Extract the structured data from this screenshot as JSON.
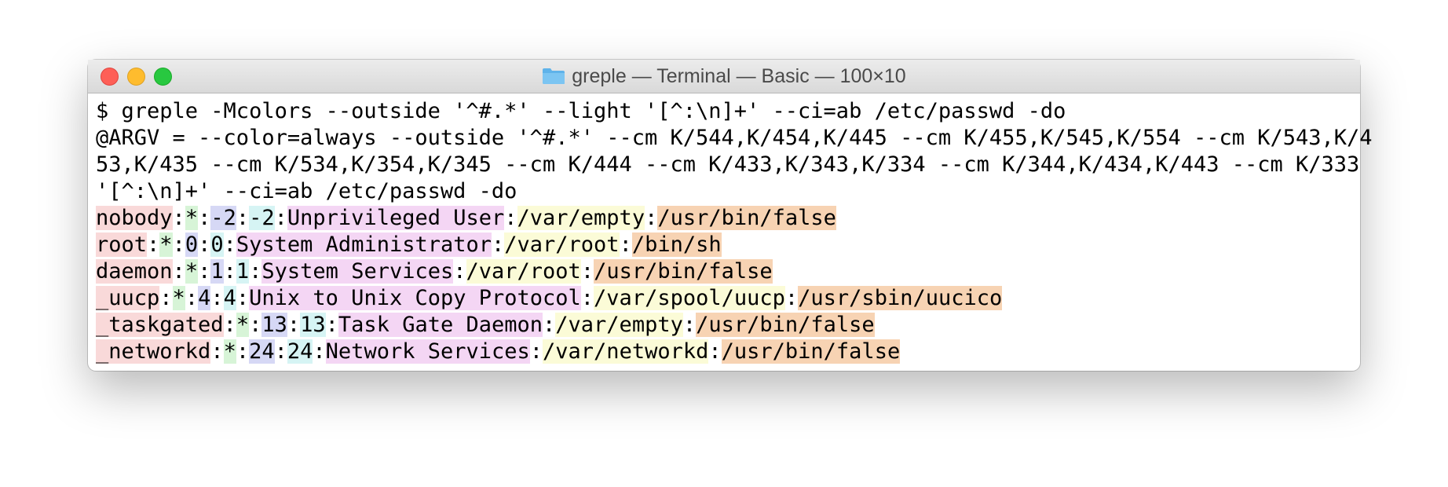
{
  "window": {
    "title": "greple — Terminal — Basic — 100×10",
    "folder_icon": "folder-icon",
    "traffic_lights": {
      "close": "#fe5f57",
      "minimize": "#febc2e",
      "zoom": "#28c840"
    }
  },
  "terminal": {
    "command_lines": [
      "$ greple -Mcolors --outside '^#.*' --light '[^:\\n]+' --ci=ab /etc/passwd -do",
      "@ARGV = --color=always --outside '^#.*' --cm K/544,K/454,K/445 --cm K/455,K/545,K/554 --cm K/543,K/4",
      "53,K/435 --cm K/534,K/354,K/345 --cm K/444 --cm K/433,K/343,K/334 --cm K/344,K/434,K/443 --cm K/333",
      "'[^:\\n]+' --ci=ab /etc/passwd -do"
    ],
    "field_colors": [
      "#f9d9d9",
      "#d7f4d7",
      "#d6d8f5",
      "#d6f4f4",
      "#f4d6f4",
      "#fbfbd7",
      "#f7d3b3"
    ],
    "rows": [
      {
        "fields": [
          "nobody",
          "*",
          "-2",
          "-2",
          "Unprivileged User",
          "/var/empty",
          "/usr/bin/false"
        ]
      },
      {
        "fields": [
          "root",
          "*",
          "0",
          "0",
          "System Administrator",
          "/var/root",
          "/bin/sh"
        ]
      },
      {
        "fields": [
          "daemon",
          "*",
          "1",
          "1",
          "System Services",
          "/var/root",
          "/usr/bin/false"
        ]
      },
      {
        "fields": [
          "_uucp",
          "*",
          "4",
          "4",
          "Unix to Unix Copy Protocol",
          "/var/spool/uucp",
          "/usr/sbin/uucico"
        ]
      },
      {
        "fields": [
          "_taskgated",
          "*",
          "13",
          "13",
          "Task Gate Daemon",
          "/var/empty",
          "/usr/bin/false"
        ]
      },
      {
        "fields": [
          "_networkd",
          "*",
          "24",
          "24",
          "Network Services",
          "/var/networkd",
          "/usr/bin/false"
        ]
      }
    ],
    "separator": ":"
  }
}
